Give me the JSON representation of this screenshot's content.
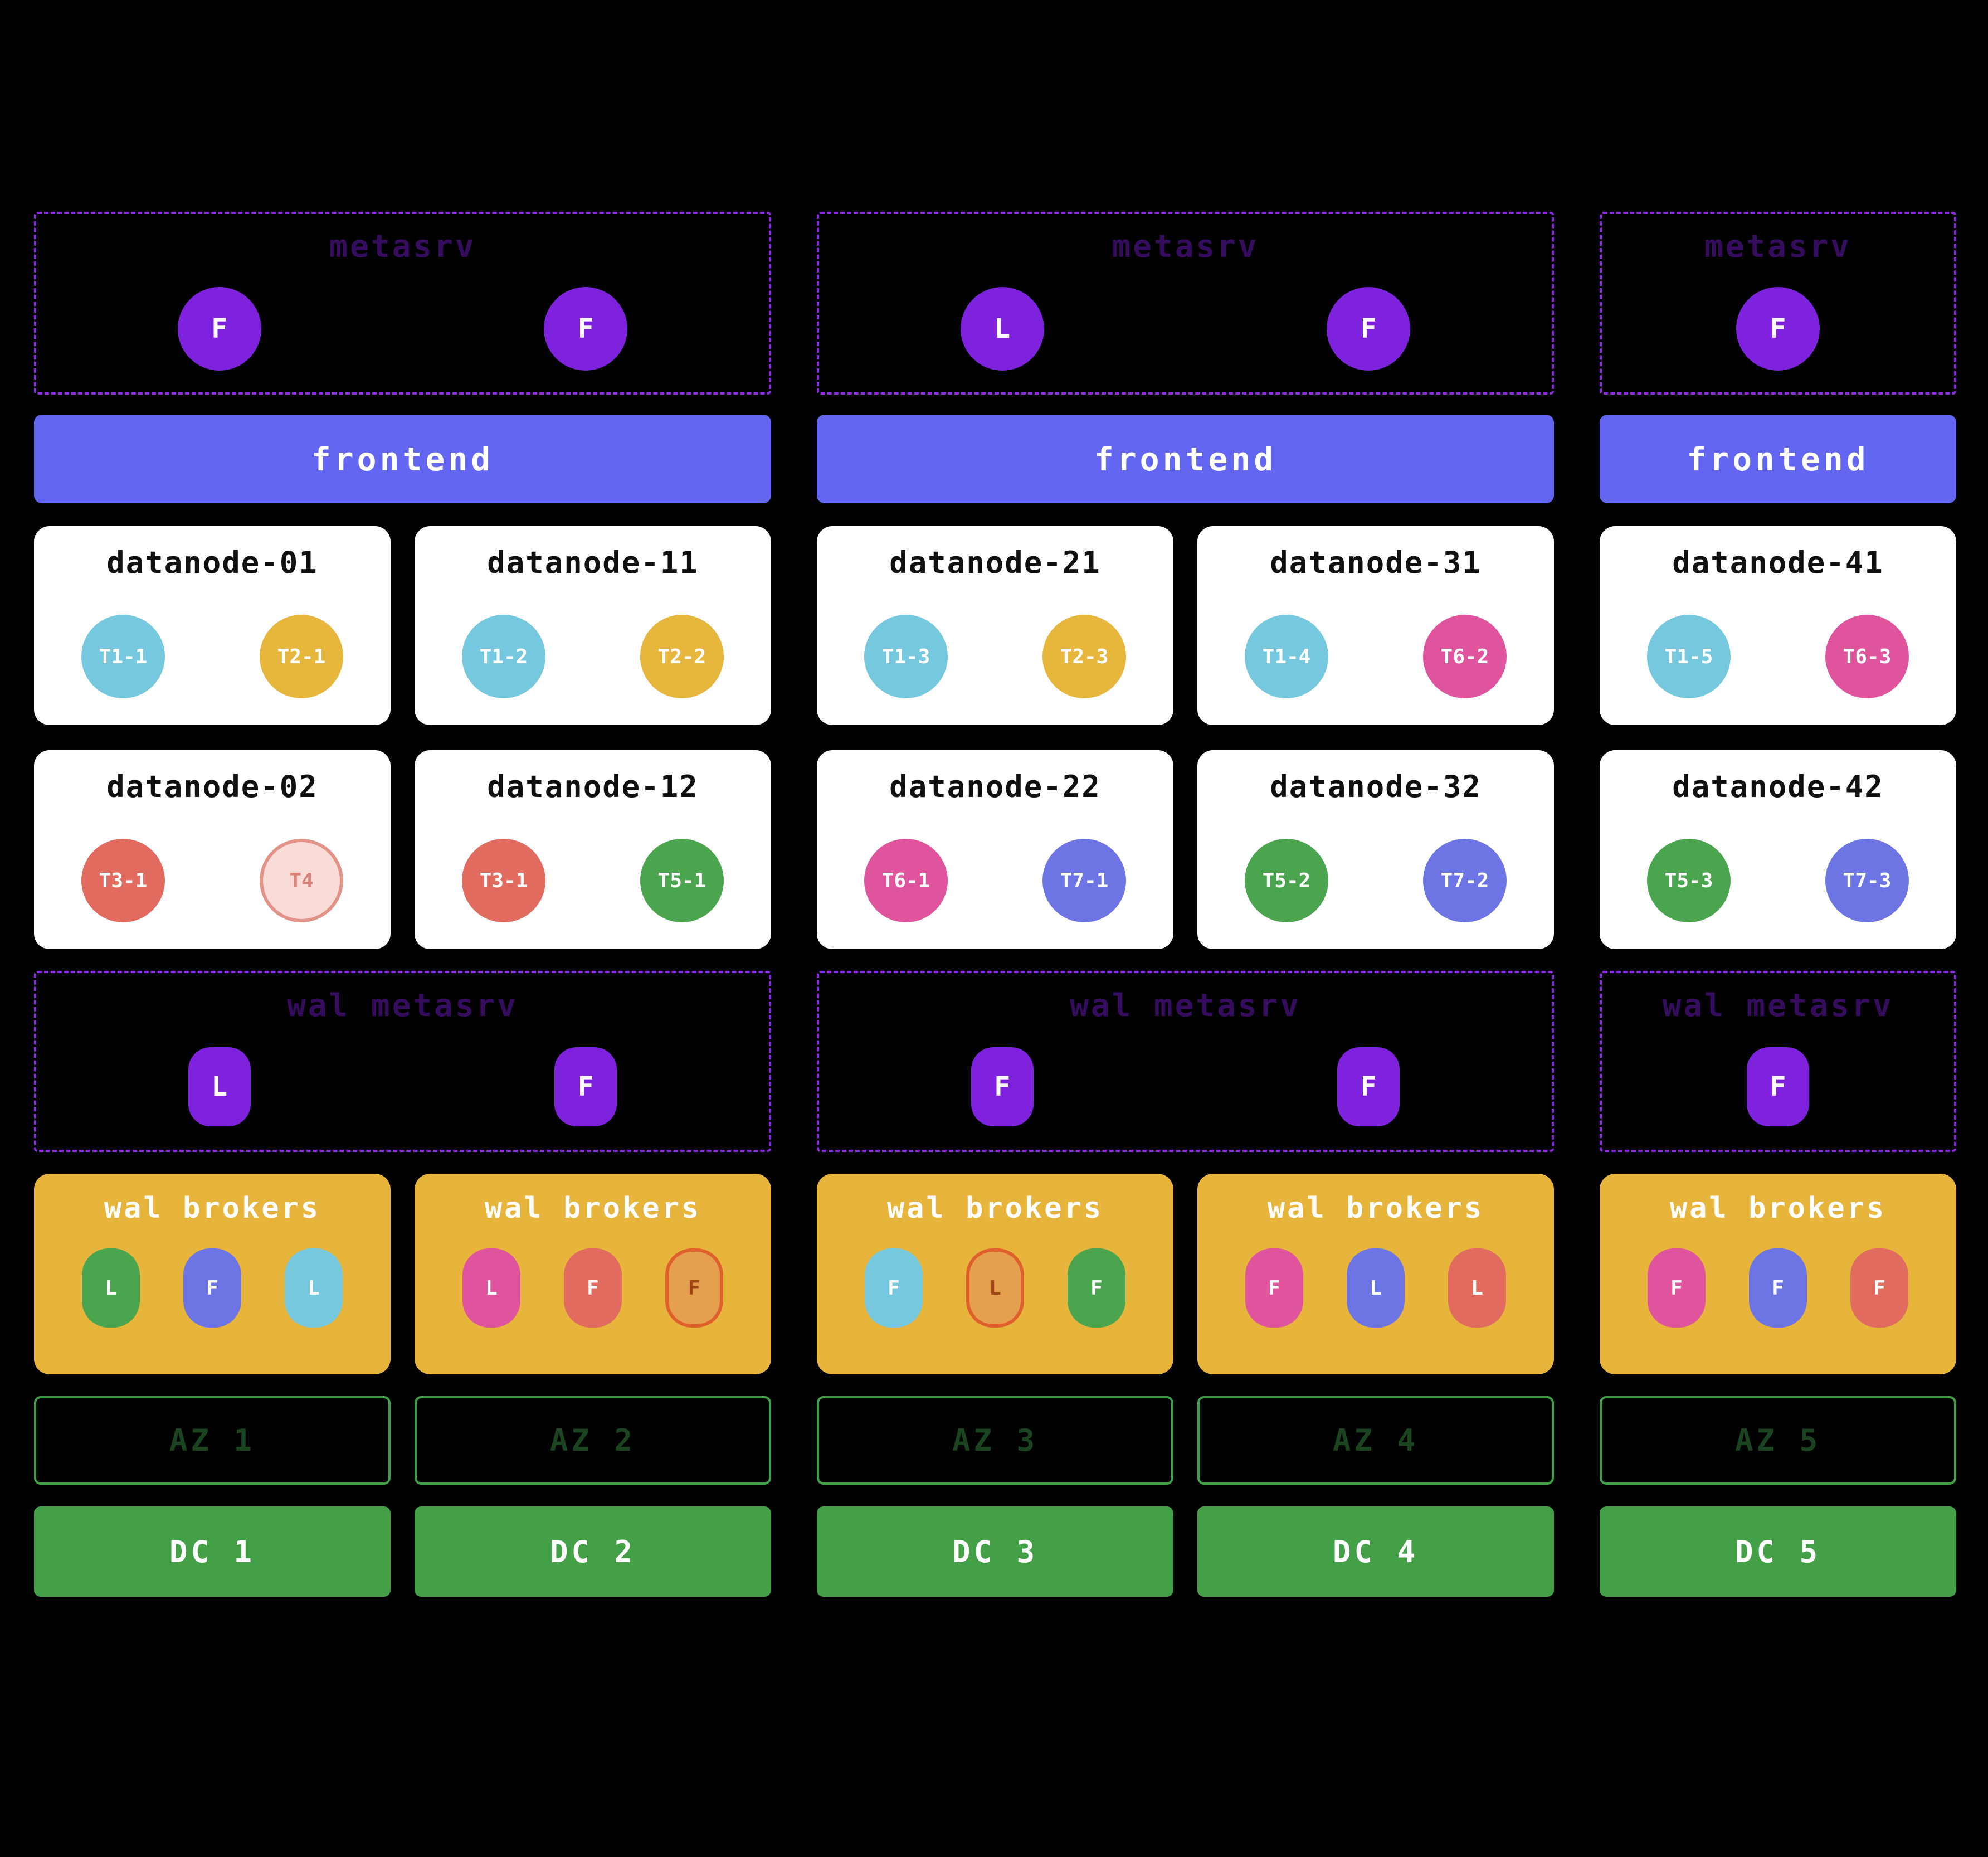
{
  "colors": {
    "background": "#000000",
    "purple": "#7e22dd",
    "purpleDashed": "#8a2be2",
    "metasrvTitle": "#360c5e",
    "frontendBar": "#6366f1",
    "cardBg": "#ffffff",
    "cardText": "#101010",
    "amber": "#e8b53c",
    "dcGreen": "#43a047",
    "azBorder": "#3fa046",
    "azText": "#1b4521",
    "cyan": "#75c8dd",
    "yellow": "#e7b63c",
    "pink": "#df549d",
    "salmon": "#e06b5e",
    "green": "#4aa54e",
    "indigo": "#6d75e4",
    "ghostPinkBg": "#f9dbd8",
    "ghostPinkBorder": "#e29287",
    "ghostPinkText": "#dc8075",
    "ghostAmberBg": "#e4a04f",
    "ghostAmberBorder": "#df5f2d",
    "ghostAmberText": "#a34617"
  },
  "groups": [
    {
      "metasrv": {
        "title": "metasrv",
        "nodes": [
          {
            "label": "F"
          },
          {
            "label": "F"
          }
        ]
      },
      "frontend_label": "frontend",
      "wal_metasrv": {
        "title": "wal metasrv",
        "nodes": [
          {
            "label": "L"
          },
          {
            "label": "F"
          }
        ]
      },
      "columns": [
        {
          "datanodes": [
            {
              "title": "datanode-01",
              "regions": [
                {
                  "label": "T1-1",
                  "color": "cyan"
                },
                {
                  "label": "T2-1",
                  "color": "yellow"
                }
              ]
            },
            {
              "title": "datanode-02",
              "regions": [
                {
                  "label": "T3-1",
                  "color": "salmon"
                },
                {
                  "label": "T4",
                  "color": "ghostPink"
                }
              ]
            }
          ],
          "wal_brokers": {
            "title": "wal brokers",
            "pills": [
              {
                "label": "L",
                "color": "green"
              },
              {
                "label": "F",
                "color": "indigo"
              },
              {
                "label": "L",
                "color": "cyan"
              }
            ]
          },
          "az_label": "AZ 1",
          "dc_label": "DC 1"
        },
        {
          "datanodes": [
            {
              "title": "datanode-11",
              "regions": [
                {
                  "label": "T1-2",
                  "color": "cyan"
                },
                {
                  "label": "T2-2",
                  "color": "yellow"
                }
              ]
            },
            {
              "title": "datanode-12",
              "regions": [
                {
                  "label": "T3-1",
                  "color": "salmon"
                },
                {
                  "label": "T5-1",
                  "color": "green"
                }
              ]
            }
          ],
          "wal_brokers": {
            "title": "wal brokers",
            "pills": [
              {
                "label": "L",
                "color": "pink"
              },
              {
                "label": "F",
                "color": "salmon"
              },
              {
                "label": "F",
                "color": "ghostAmber"
              }
            ]
          },
          "az_label": "AZ 2",
          "dc_label": "DC 2"
        }
      ]
    },
    {
      "metasrv": {
        "title": "metasrv",
        "nodes": [
          {
            "label": "L"
          },
          {
            "label": "F"
          }
        ]
      },
      "frontend_label": "frontend",
      "wal_metasrv": {
        "title": "wal metasrv",
        "nodes": [
          {
            "label": "F"
          },
          {
            "label": "F"
          }
        ]
      },
      "columns": [
        {
          "datanodes": [
            {
              "title": "datanode-21",
              "regions": [
                {
                  "label": "T1-3",
                  "color": "cyan"
                },
                {
                  "label": "T2-3",
                  "color": "yellow"
                }
              ]
            },
            {
              "title": "datanode-22",
              "regions": [
                {
                  "label": "T6-1",
                  "color": "pink"
                },
                {
                  "label": "T7-1",
                  "color": "indigo"
                }
              ]
            }
          ],
          "wal_brokers": {
            "title": "wal brokers",
            "pills": [
              {
                "label": "F",
                "color": "cyan"
              },
              {
                "label": "L",
                "color": "ghostAmber"
              },
              {
                "label": "F",
                "color": "green"
              }
            ]
          },
          "az_label": "AZ 3",
          "dc_label": "DC 3"
        },
        {
          "datanodes": [
            {
              "title": "datanode-31",
              "regions": [
                {
                  "label": "T1-4",
                  "color": "cyan"
                },
                {
                  "label": "T6-2",
                  "color": "pink"
                }
              ]
            },
            {
              "title": "datanode-32",
              "regions": [
                {
                  "label": "T5-2",
                  "color": "green"
                },
                {
                  "label": "T7-2",
                  "color": "indigo"
                }
              ]
            }
          ],
          "wal_brokers": {
            "title": "wal brokers",
            "pills": [
              {
                "label": "F",
                "color": "pink"
              },
              {
                "label": "L",
                "color": "indigo"
              },
              {
                "label": "L",
                "color": "salmon"
              }
            ]
          },
          "az_label": "AZ 4",
          "dc_label": "DC 4"
        }
      ]
    },
    {
      "metasrv": {
        "title": "metasrv",
        "nodes": [
          {
            "label": "F"
          }
        ]
      },
      "frontend_label": "frontend",
      "wal_metasrv": {
        "title": "wal metasrv",
        "nodes": [
          {
            "label": "F"
          }
        ]
      },
      "columns": [
        {
          "datanodes": [
            {
              "title": "datanode-41",
              "regions": [
                {
                  "label": "T1-5",
                  "color": "cyan"
                },
                {
                  "label": "T6-3",
                  "color": "pink"
                }
              ]
            },
            {
              "title": "datanode-42",
              "regions": [
                {
                  "label": "T5-3",
                  "color": "green"
                },
                {
                  "label": "T7-3",
                  "color": "indigo"
                }
              ]
            }
          ],
          "wal_brokers": {
            "title": "wal brokers",
            "pills": [
              {
                "label": "F",
                "color": "pink"
              },
              {
                "label": "F",
                "color": "indigo"
              },
              {
                "label": "F",
                "color": "salmon"
              }
            ]
          },
          "az_label": "AZ 5",
          "dc_label": "DC 5"
        }
      ]
    }
  ]
}
